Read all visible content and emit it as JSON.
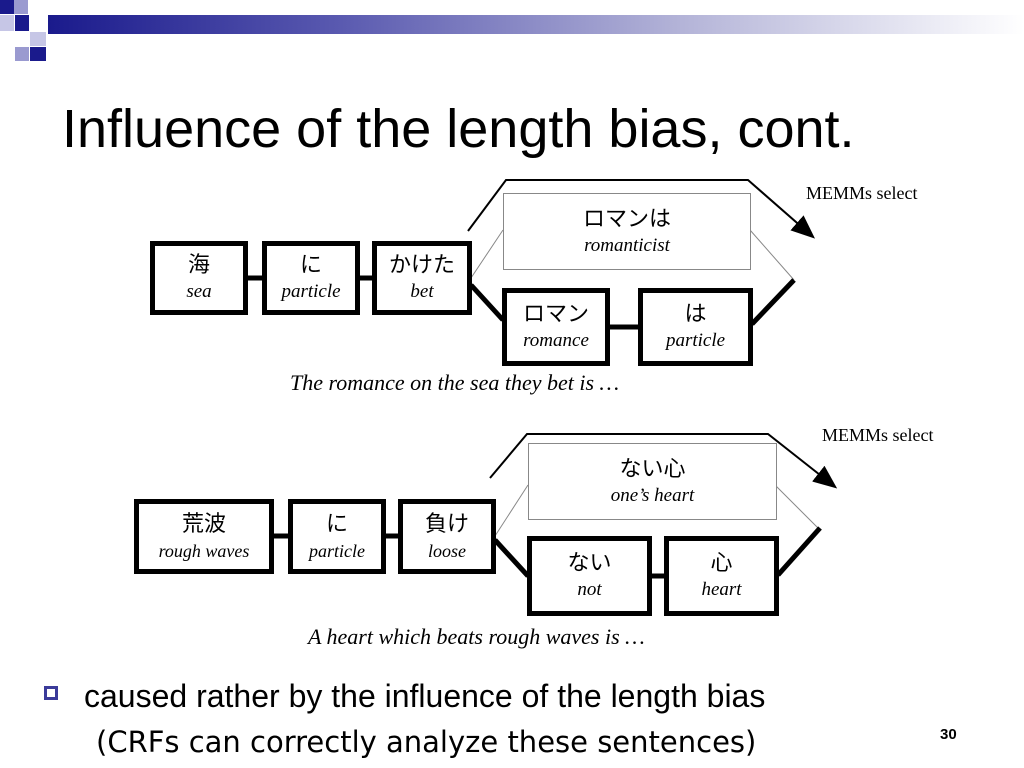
{
  "slide": {
    "title": "Influence of the length bias, cont.",
    "page_number": "30",
    "accent_color": "#1a1a8c"
  },
  "example1": {
    "memm_note": "MEMMs select",
    "nodes": [
      {
        "jp": "海",
        "en": "sea"
      },
      {
        "jp": "に",
        "en": "particle"
      },
      {
        "jp": "かけた",
        "en": "bet"
      }
    ],
    "long_path": {
      "jp": "ロマンは",
      "en": "romanticist"
    },
    "short_path": [
      {
        "jp": "ロマン",
        "en": "romance"
      },
      {
        "jp": "は",
        "en": "particle"
      }
    ],
    "caption": "The romance on the sea they bet is …"
  },
  "example2": {
    "memm_note": "MEMMs select",
    "nodes": [
      {
        "jp": "荒波",
        "en": "rough waves"
      },
      {
        "jp": "に",
        "en": "particle"
      },
      {
        "jp": "負け",
        "en": "loose"
      }
    ],
    "long_path": {
      "jp": "ない心",
      "en": "one’s heart"
    },
    "short_path": [
      {
        "jp": "ない",
        "en": "not"
      },
      {
        "jp": "心",
        "en": "heart"
      }
    ],
    "caption": "A heart which beats rough waves is …"
  },
  "bullet": {
    "icon": "square-bullet-icon",
    "text": "caused rather by the influence of the length bias",
    "subtext": "(CRFs can correctly analyze these sentences)"
  }
}
